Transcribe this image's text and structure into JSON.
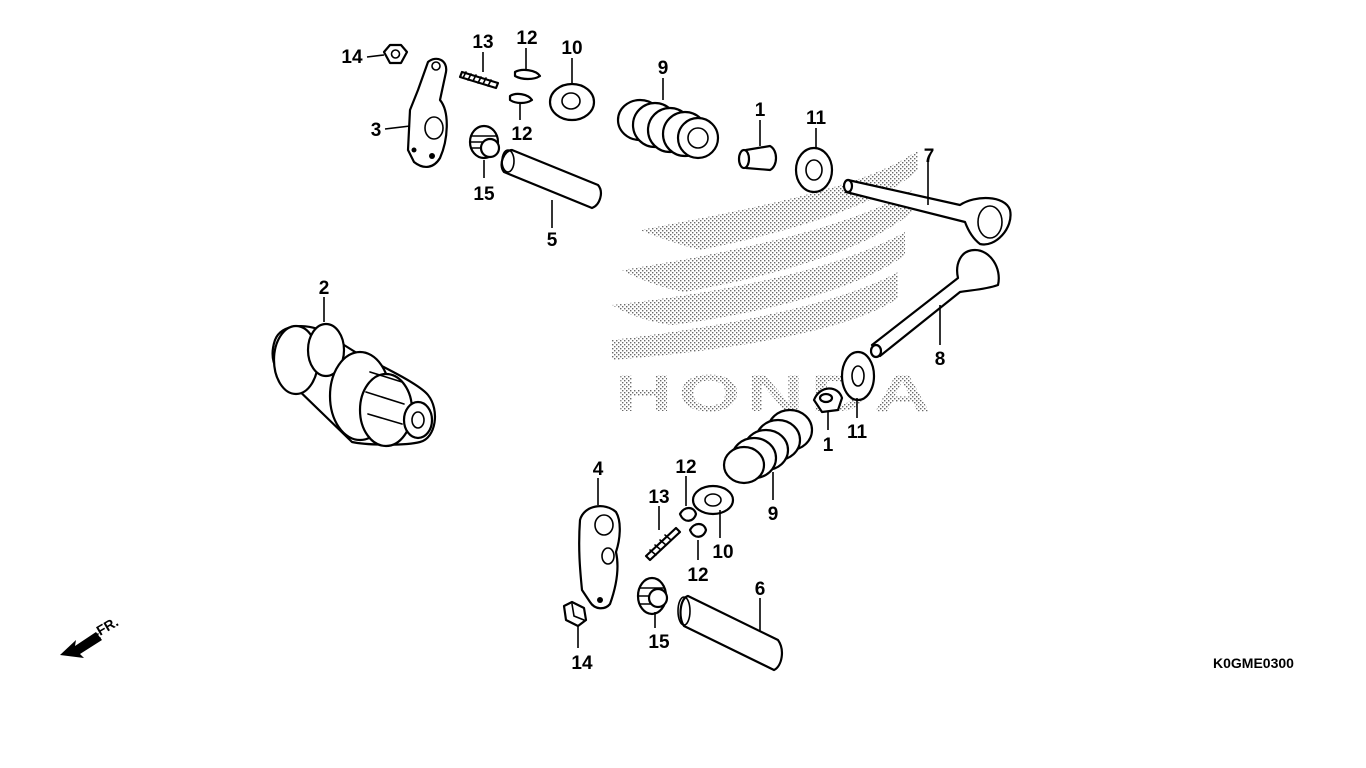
{
  "diagram": {
    "drawing_code": "K0GME0300",
    "front_marker": "FR.",
    "watermark": "HONDA",
    "callouts": {
      "upper_nut": "14",
      "upper_adjust_screw": "13",
      "upper_cotter_a": "12",
      "upper_cotter_b": "12",
      "upper_retainer": "10",
      "upper_spring": "9",
      "upper_rocker_arm": "3",
      "upper_roller": "15",
      "upper_shaft": "5",
      "upper_stem_seal": "1",
      "upper_spring_seat": "11",
      "in_valve": "7",
      "camshaft": "2",
      "ex_valve": "8",
      "lower_stem_seal": "1",
      "lower_spring_seat": "11",
      "lower_spring": "9",
      "lower_rocker_arm": "4",
      "lower_cotter_a": "12",
      "lower_cotter_b": "12",
      "lower_adjust_screw": "13",
      "lower_retainer": "10",
      "lower_shaft": "6",
      "lower_nut": "14",
      "lower_roller": "15"
    }
  }
}
